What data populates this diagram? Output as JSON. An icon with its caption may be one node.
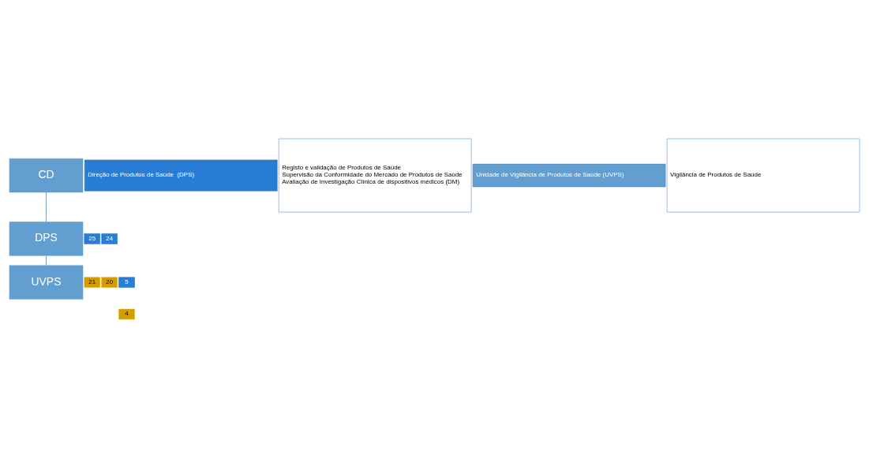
{
  "diagram": {
    "nodes": [
      {
        "text": [
          "CD"
        ]
      },
      {
        "text": [
          "DPS"
        ]
      },
      {
        "text": [
          "UVPS"
        ]
      },
      {
        "text": [
          "25"
        ]
      },
      {
        "text": [
          "24"
        ]
      },
      {
        "text": [
          "21"
        ]
      },
      {
        "text": [
          "20"
        ]
      },
      {
        "text": [
          "5"
        ]
      },
      {
        "text": [
          "4"
        ]
      },
      {
        "text": [
          "Direção de Produtos de Saúde  (DPS)"
        ]
      },
      {
        "text": [
          "Registo e validação de Produtos de Saúde",
          "Supervisão da Conformidade do Mercado de Produtos de Saúde",
          "Avaliação de Investigação Clínica de dispositivos médicos (DM)"
        ]
      },
      {
        "text": [
          "Unidade de Vigilância de Produtos de Saúde (UVPS)"
        ]
      },
      {
        "text": [
          "Vigilância de Produtos de Saúde"
        ]
      }
    ],
    "edges": [
      {
        "from": 0,
        "to": 1,
        "arrow": "none"
      },
      {
        "from": 1,
        "to": 2,
        "arrow": "none"
      }
    ]
  }
}
